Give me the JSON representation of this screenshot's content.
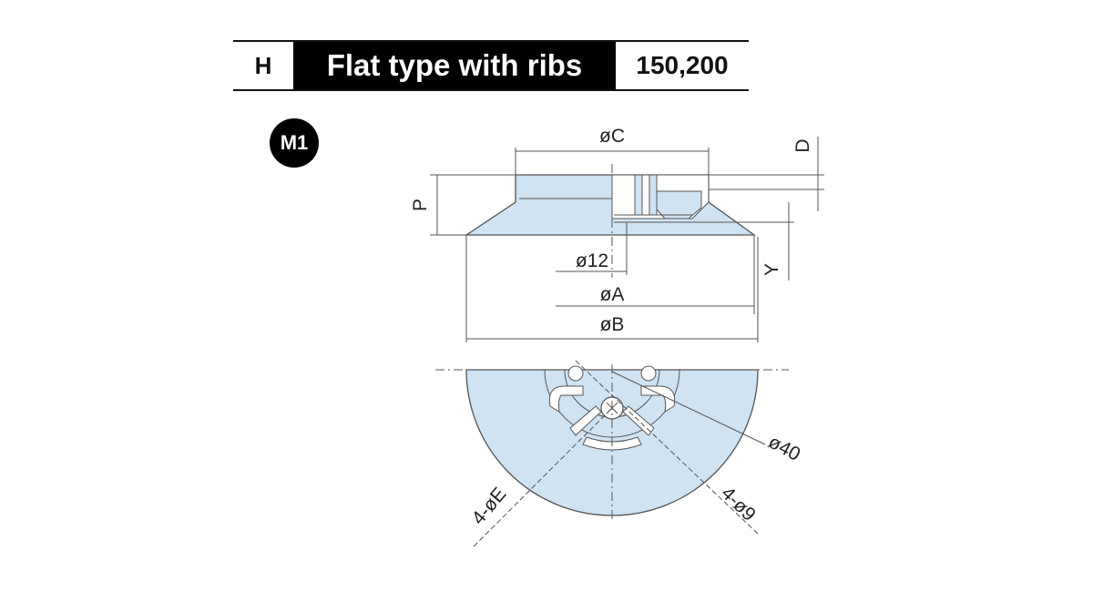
{
  "header": {
    "code": "H",
    "name": "Flat type with ribs",
    "sizes": "150,200"
  },
  "badge": "M1",
  "dimensions": {
    "c": "øC",
    "d": "D",
    "p": "P",
    "y": "Y",
    "d12": "ø12",
    "a": "øA",
    "b": "øB",
    "d40": "ø40",
    "e": "4-øE",
    "d9": "4-ø9"
  },
  "colors": {
    "fill": "#cfe3f2",
    "line": "#555555",
    "header_bg": "#000000"
  }
}
